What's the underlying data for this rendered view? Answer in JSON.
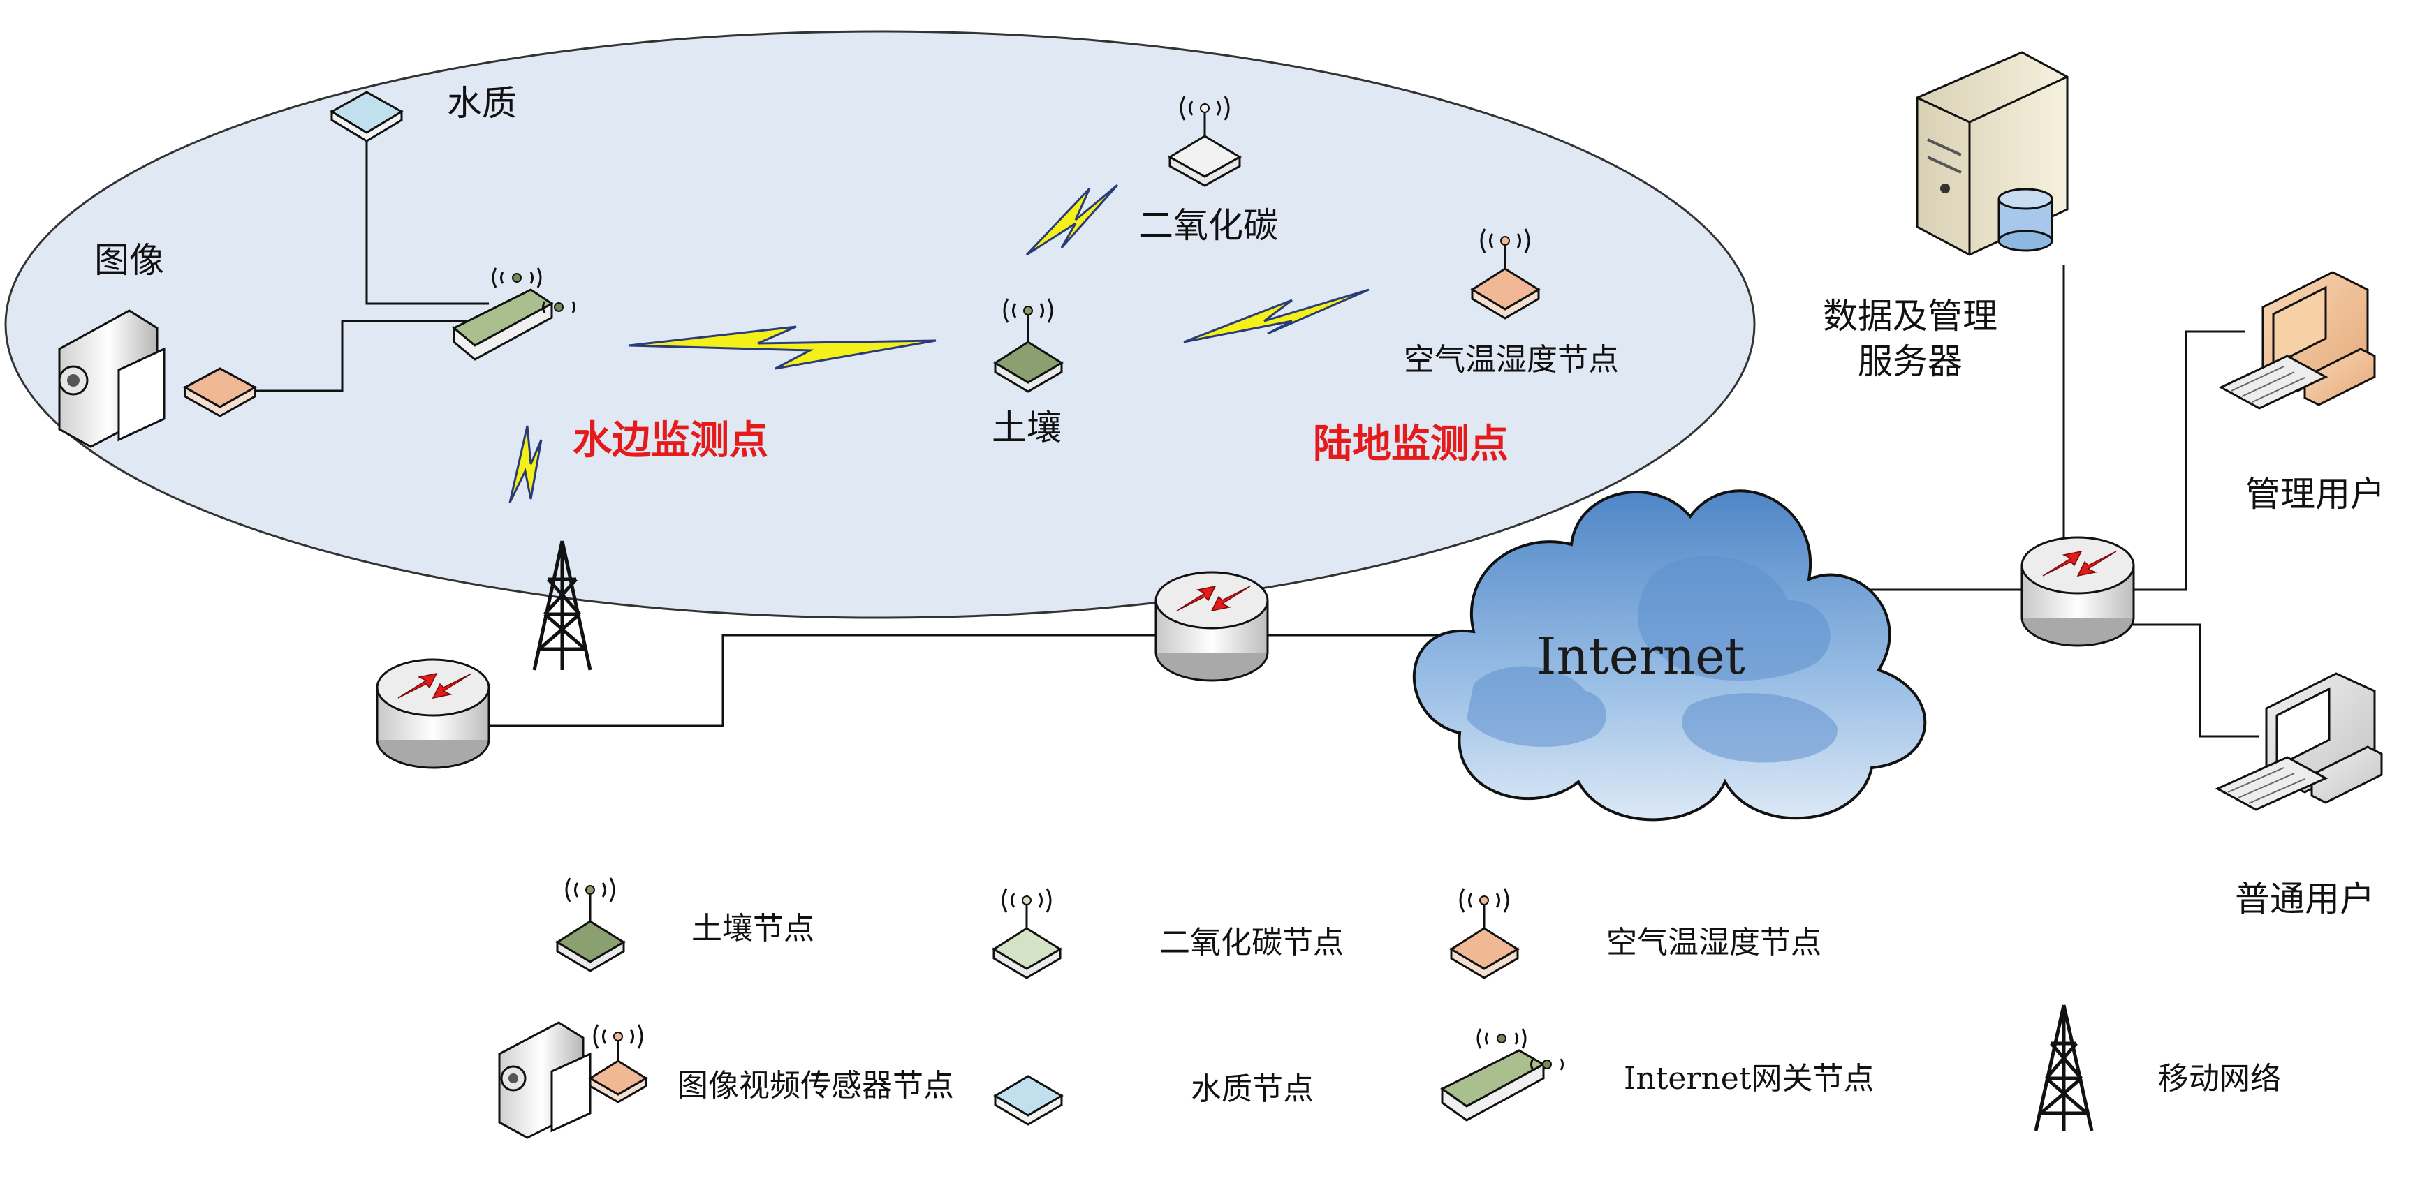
{
  "labels": {
    "water_quality": "水质",
    "image": "图像",
    "co2": "二氧化碳",
    "soil": "土壤",
    "air_node": "空气温湿度节点",
    "waterside_point": "水边监测点",
    "land_point": "陆地监测点",
    "server": [
      "数据及管理",
      "服务器"
    ],
    "admin_user": "管理用户",
    "normal_user": "普通用户",
    "internet": "Internet"
  },
  "legend": {
    "soil_node": "土壤节点",
    "co2_node": "二氧化碳节点",
    "air_node": "空气温湿度节点",
    "image_node": "图像视频传感器节点",
    "water_node": "水质节点",
    "gateway_node": "Internet网关节点",
    "mobile_net": "移动网络"
  },
  "colors": {
    "soil": "#8ba070",
    "co2": "#d4e3c5",
    "air": "#f0b894",
    "water": "#bfe0ec",
    "gateway": "#a9bf8d",
    "ellipse": "#e0e8f4",
    "highlight": "#e51a1a",
    "cloud": "#6f9fd2"
  },
  "icons": [
    "sensor-node-icon",
    "router-icon",
    "tower-icon",
    "camera-icon",
    "server-icon",
    "computer-icon",
    "cloud-icon",
    "lightning-icon"
  ]
}
